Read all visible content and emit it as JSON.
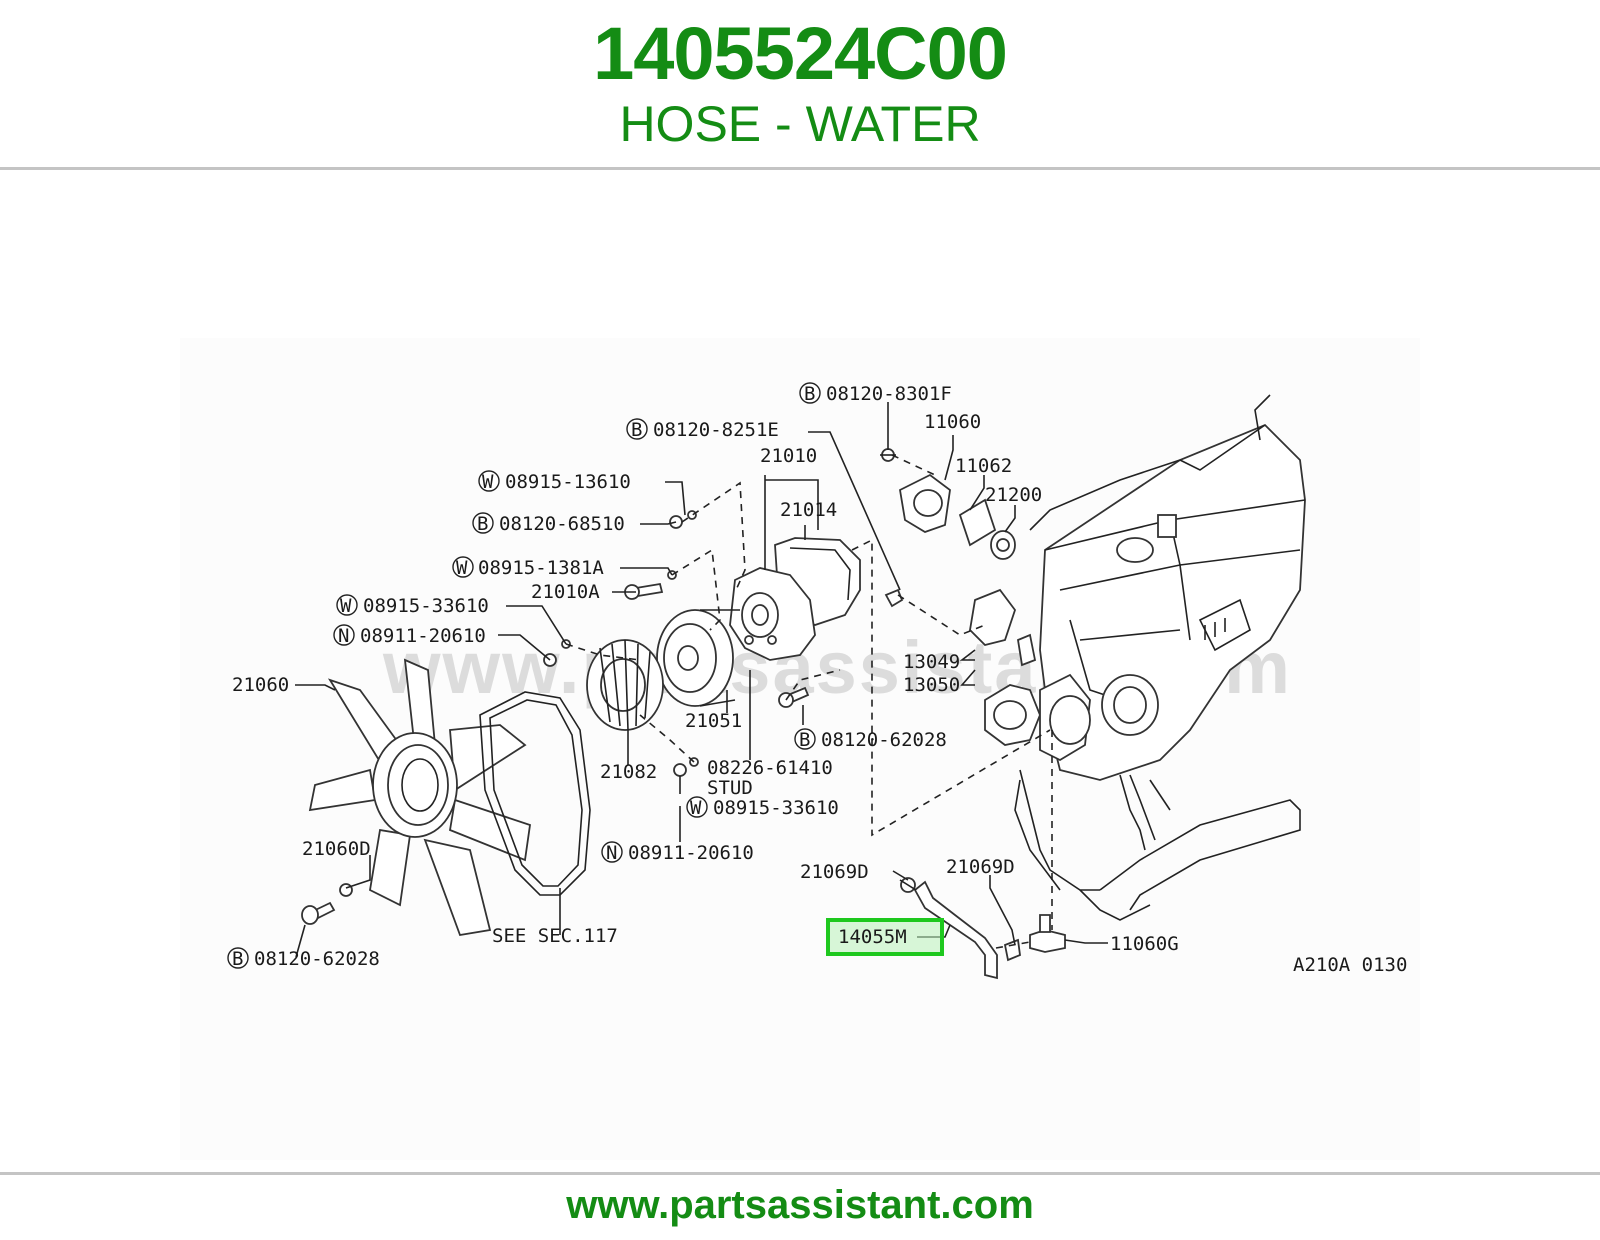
{
  "header": {
    "part_number": "1405524C00",
    "part_name": "HOSE - WATER"
  },
  "footer": {
    "site": "www.partsassistant.com"
  },
  "diagram": {
    "watermark": "www.partsassistant.com",
    "figure_code": "A210A 0130",
    "highlight_color": "#1ec81e",
    "labels": {
      "b_08120_8301F": "08120-8301F",
      "n_11060": "11060",
      "b_08120_8251E": "08120-8251E",
      "n_11062": "11062",
      "n_21200": "21200",
      "n_21010": "21010",
      "n_21014": "21014",
      "w_08915_13610": "08915-13610",
      "b_08120_68510": "08120-68510",
      "w_08915_1381A": "08915-1381A",
      "n_21010A": "21010A",
      "w_08915_33610_a": "08915-33610",
      "n_08911_20610_a": "08911-20610",
      "n_21060": "21060",
      "n_13049": "13049",
      "n_13050": "13050",
      "n_21051": "21051",
      "b_08120_62028_a": "08120-62028",
      "n_21082": "21082",
      "n_08226_61410": "08226-61410",
      "stud": "STUD",
      "w_08915_33610_b": "08915-33610",
      "n_21060D": "21060D",
      "n_08911_20610_b": "08911-20610",
      "n_21069D_a": "21069D",
      "n_21069D_b": "21069D",
      "n_14055M": "14055M",
      "n_11060G": "11060G",
      "see_sec": "SEE SEC.117",
      "b_08120_62028_b": "08120-62028"
    },
    "prefixes": {
      "b": "B",
      "w": "W",
      "n": "N"
    }
  }
}
